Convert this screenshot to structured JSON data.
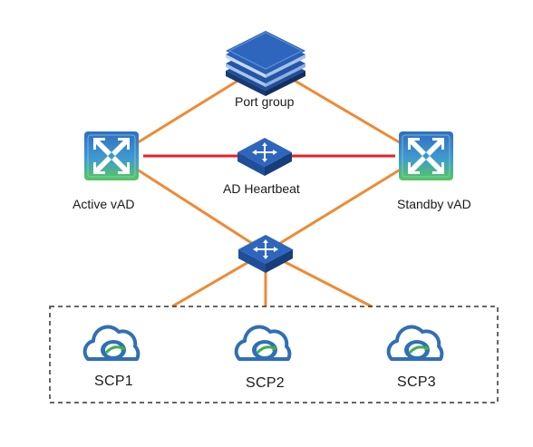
{
  "nodes": {
    "port_group": {
      "label": "Port group",
      "icon": "switch-stack-icon"
    },
    "active_vad": {
      "label": "Active vAD",
      "icon": "router-icon"
    },
    "standby_vad": {
      "label": "Standby vAD",
      "icon": "router-icon"
    },
    "heartbeat_switch": {
      "label": "AD Heartbeat",
      "icon": "switch-icon"
    },
    "lower_switch": {
      "label": "",
      "icon": "switch-icon"
    },
    "scp1": {
      "label": "SCP1",
      "icon": "cloud-icon"
    },
    "scp2": {
      "label": "SCP2",
      "icon": "cloud-icon"
    },
    "scp3": {
      "label": "SCP3",
      "icon": "cloud-icon"
    }
  },
  "colors": {
    "link_orange": "#ef8a33",
    "link_red": "#e8202a",
    "switch_blue": "#1f4e9a",
    "router_green": "#4ec266",
    "router_blue": "#2e6fc1",
    "cloud_blue": "#2f6fb6",
    "cloud_green": "#3fae49",
    "group_border": "#333333"
  }
}
